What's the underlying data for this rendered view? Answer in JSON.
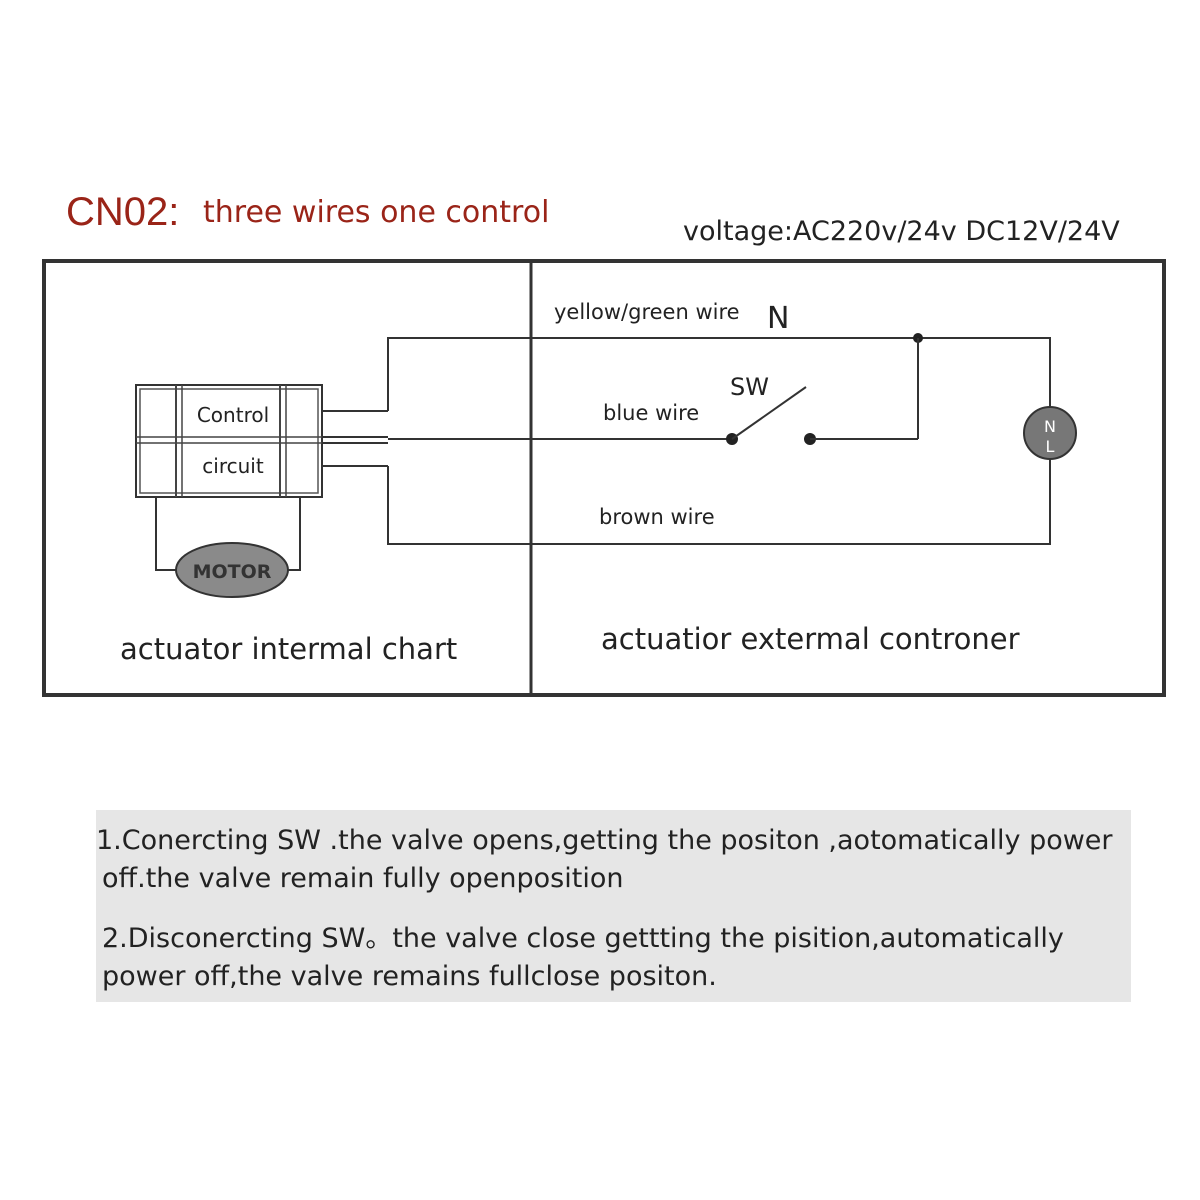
{
  "header": {
    "code": "CN02:",
    "description": "three wires one control",
    "voltage": "voltage:AC220v/24v  DC12V/24V"
  },
  "internal": {
    "control_line1": "Control",
    "control_line2": "circuit",
    "motor": "MOTOR",
    "caption": "actuator intermal chart"
  },
  "external": {
    "wire_yellow_green": "yellow/green wire",
    "n_label": "N",
    "switch_label": "SW",
    "wire_blue": "blue wire",
    "wire_brown": "brown wire",
    "load_n": "N",
    "load_l": "L",
    "caption": "actuatior extermal controner"
  },
  "notes": {
    "note1_line1": "1.Conercting SW .the valve opens,getting the positon ,aotomatically power",
    "note1_line2": "off.the valve remain fully openposition",
    "note2_line1": "2.Disconercting  SW。the valve close gettting the pisition,automatically",
    "note2_line2": "power off,the valve remains fullclose positon."
  },
  "colors": {
    "title": "#9a2418",
    "line": "#333333",
    "motor_fill": "#8a8a8a",
    "notes_bg": "#e6e6e6"
  }
}
